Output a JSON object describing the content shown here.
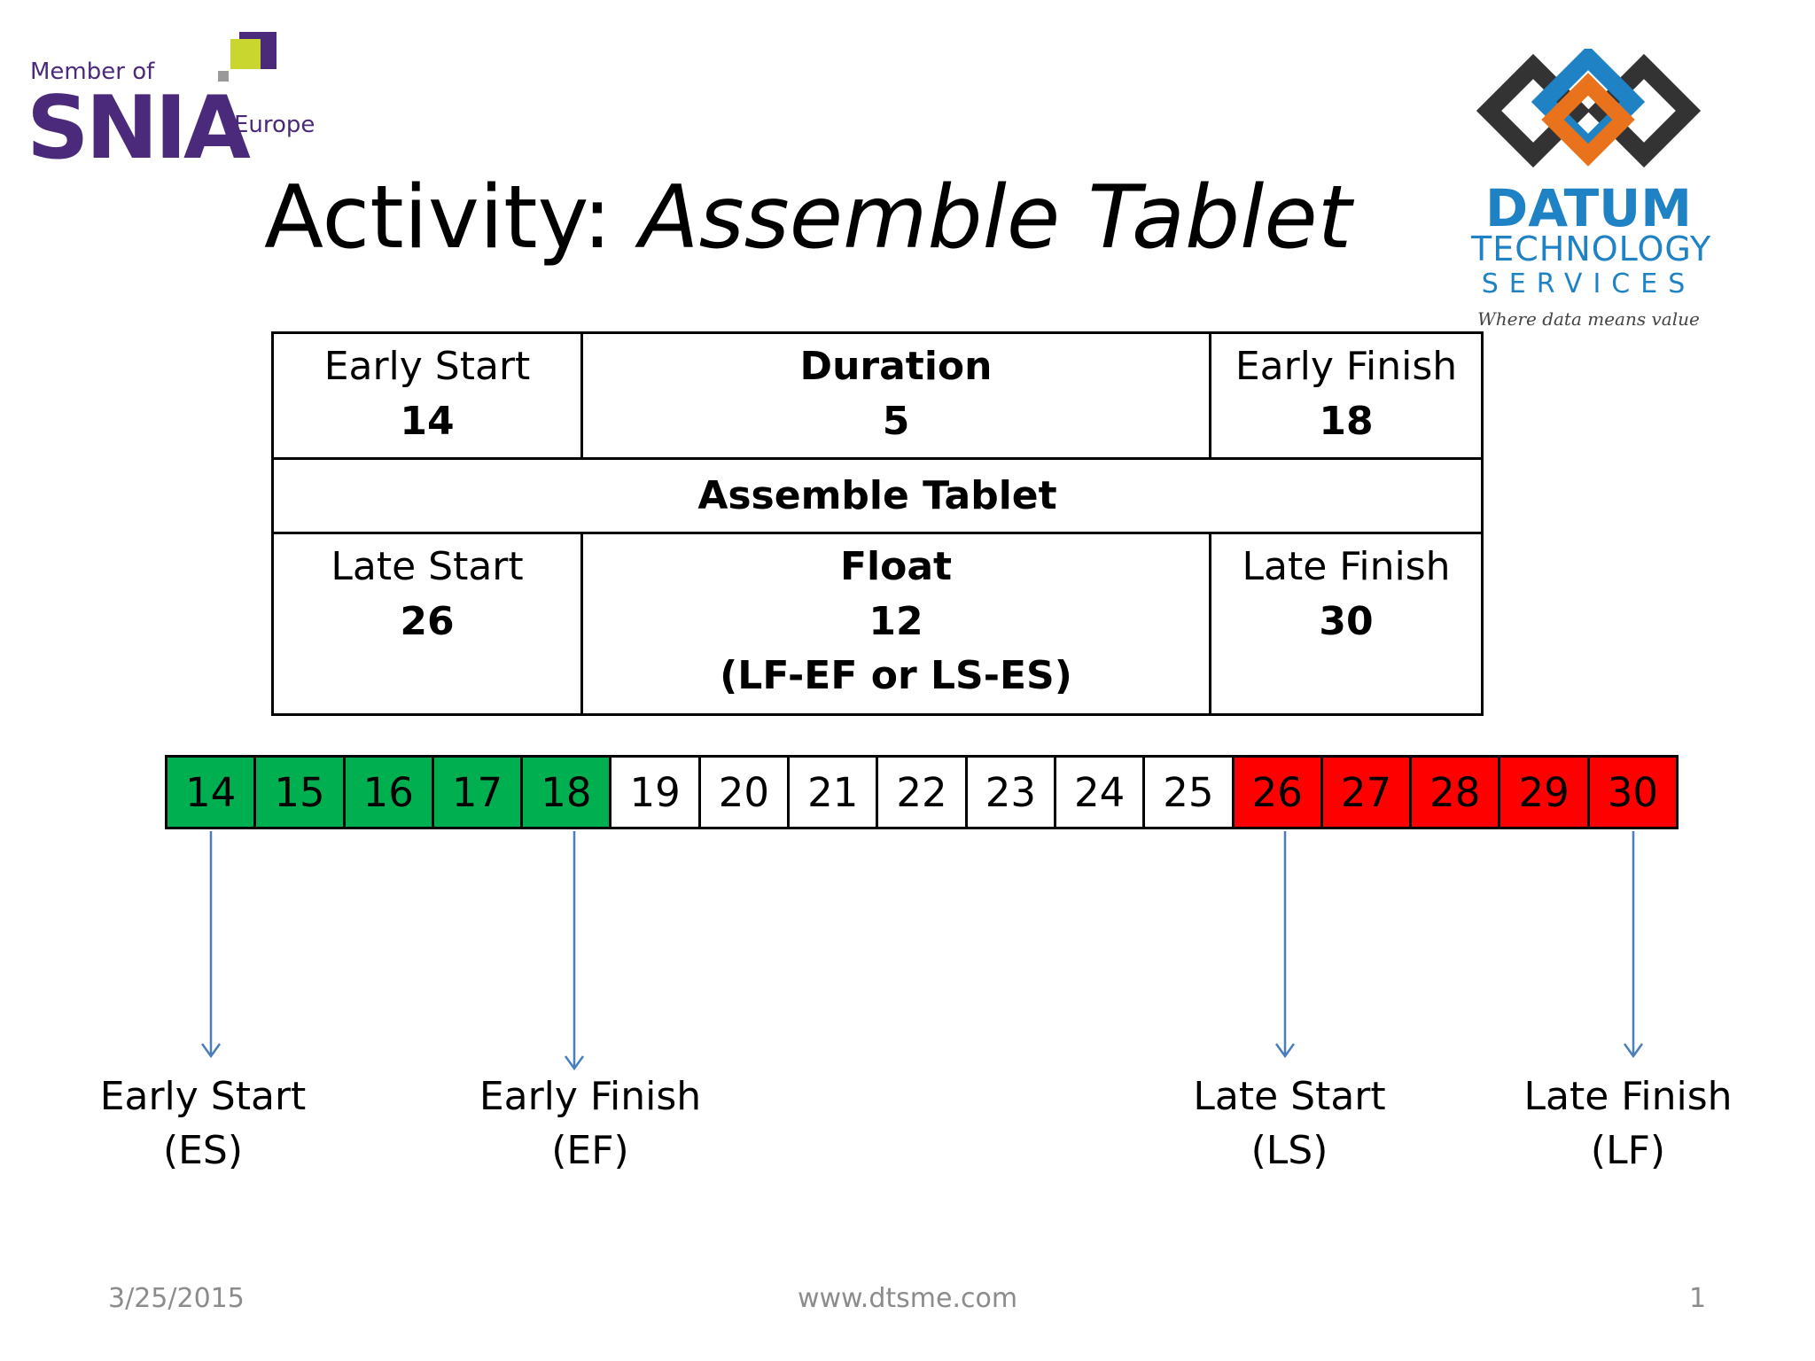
{
  "header": {
    "snia_logo": {
      "member_text": "Member of",
      "name": "SNIA",
      "region": "Europe"
    },
    "datum_logo": {
      "name": "DATUM",
      "line2": "TECHNOLOGY",
      "line3": "SERVICES",
      "tagline": "Where data means value"
    }
  },
  "title": {
    "prefix": "Activity: ",
    "activity": "Assemble Tablet"
  },
  "node": {
    "early_start": {
      "label": "Early Start",
      "value": "14"
    },
    "duration": {
      "label": "Duration",
      "value": "5"
    },
    "early_finish": {
      "label": "Early Finish",
      "value": "18"
    },
    "name": "Assemble Tablet",
    "late_start": {
      "label": "Late Start",
      "value": "26"
    },
    "float": {
      "label": "Float",
      "value": "12",
      "formula": "(LF-EF or LS-ES)"
    },
    "late_finish": {
      "label": "Late Finish",
      "value": "30"
    }
  },
  "timeline": {
    "cells": [
      {
        "value": "14",
        "status": "early"
      },
      {
        "value": "15",
        "status": "early"
      },
      {
        "value": "16",
        "status": "early"
      },
      {
        "value": "17",
        "status": "early"
      },
      {
        "value": "18",
        "status": "early"
      },
      {
        "value": "19",
        "status": "float"
      },
      {
        "value": "20",
        "status": "float"
      },
      {
        "value": "21",
        "status": "float"
      },
      {
        "value": "22",
        "status": "float"
      },
      {
        "value": "23",
        "status": "float"
      },
      {
        "value": "24",
        "status": "float"
      },
      {
        "value": "25",
        "status": "float"
      },
      {
        "value": "26",
        "status": "late"
      },
      {
        "value": "27",
        "status": "late"
      },
      {
        "value": "28",
        "status": "late"
      },
      {
        "value": "29",
        "status": "late"
      },
      {
        "value": "30",
        "status": "late"
      }
    ],
    "colors": {
      "early": "#00b050",
      "float": "#ffffff",
      "late": "#ff0000",
      "arrow": "#4a7ebb"
    }
  },
  "markers": {
    "es": {
      "line1": "Early Start",
      "line2": "(ES)",
      "cell": "14"
    },
    "ef": {
      "line1": "Early Finish",
      "line2": "(EF)",
      "cell": "18"
    },
    "ls": {
      "line1": "Late Start",
      "line2": "(LS)",
      "cell": "26"
    },
    "lf": {
      "line1": "Late Finish",
      "line2": "(LF)",
      "cell": "30"
    }
  },
  "footer": {
    "date": "3/25/2015",
    "url": "www.dtsme.com",
    "page": "1"
  }
}
